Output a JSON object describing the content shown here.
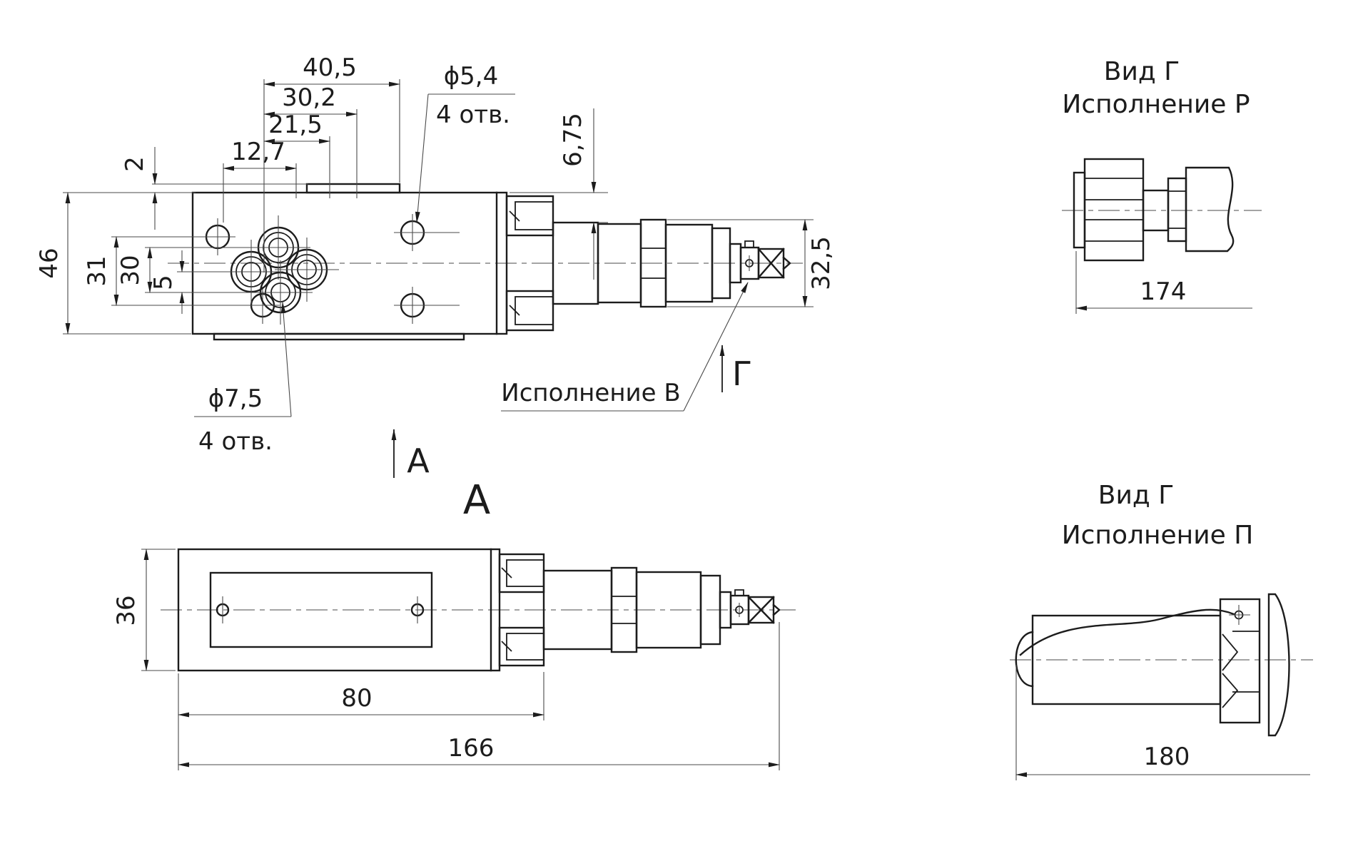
{
  "colors": {
    "background": "#ffffff",
    "line": "#1c1c1c",
    "thin_line": "#4a4a4a"
  },
  "top_view": {
    "dims": {
      "w40_5": "40,5",
      "w30_2": "30,2",
      "w21_5": "21,5",
      "w12_7": "12,7",
      "boss_height": "2",
      "h46": "46",
      "h31": "31",
      "h30": "30",
      "h5": "5",
      "step6_75": "6,75",
      "act32_5": "32,5"
    },
    "callouts": {
      "small_hole_dia": "ϕ5,4",
      "small_hole_qty": "4 отв.",
      "big_hole_dia": "ϕ7,5",
      "big_hole_qty": "4 отв.",
      "version_b": "Исполнение В"
    },
    "view_arrows": {
      "g_label": "Г",
      "a_label": "А",
      "a_view_title": "А"
    }
  },
  "bottom_view": {
    "dims": {
      "h36": "36",
      "w80": "80",
      "w166": "166"
    }
  },
  "view_r": {
    "title": "Вид Г",
    "subtitle": "Исполнение Р",
    "length": "174"
  },
  "view_p": {
    "title": "Вид Г",
    "subtitle": "Исполнение П",
    "length": "180"
  }
}
